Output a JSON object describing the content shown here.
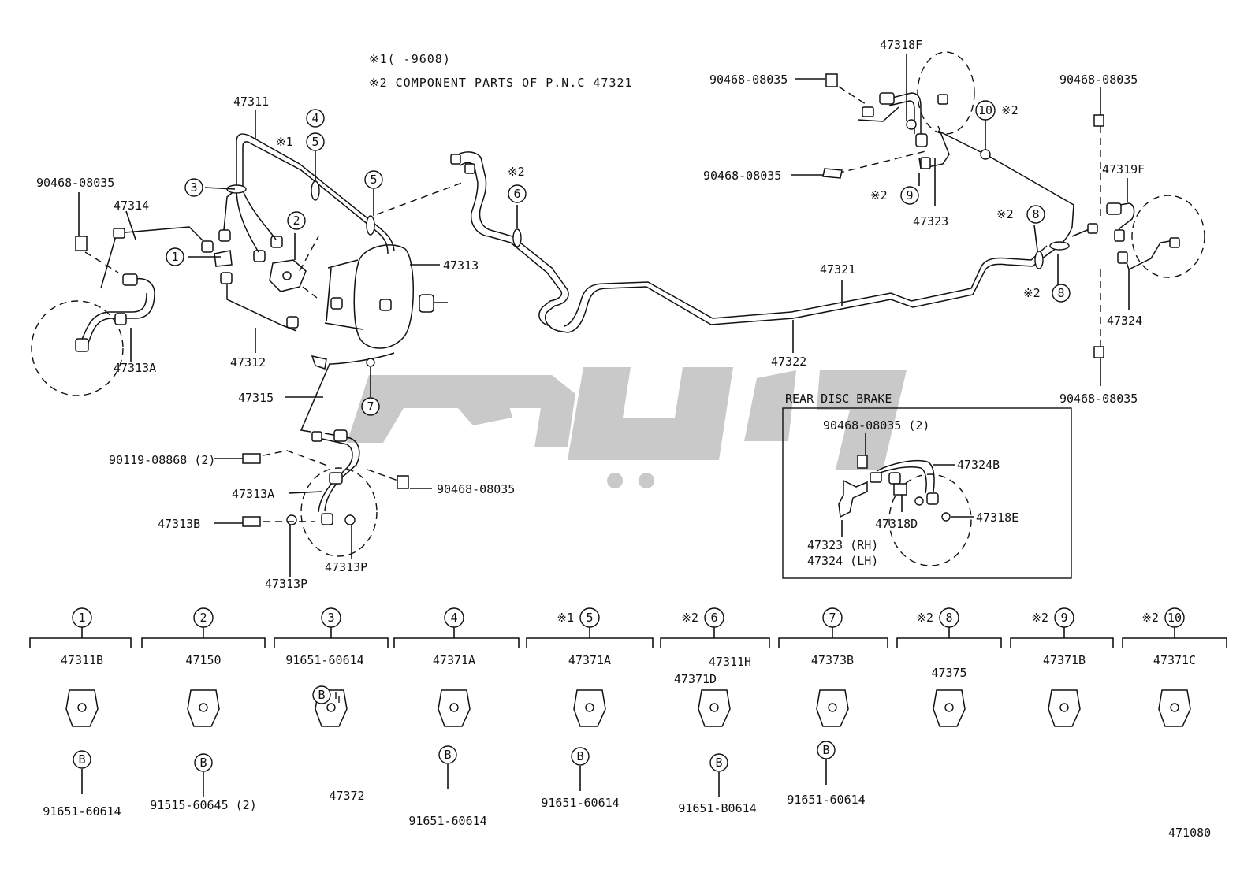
{
  "notes": {
    "note1": "※1(    -9608)",
    "note2": "※2 COMPONENT PARTS OF P.N.C 47321"
  },
  "labels": {
    "p47311": "47311",
    "p47314": "47314",
    "p47312": "47312",
    "p47313A_front": "47313A",
    "p47313": "47313",
    "p47315": "47315",
    "p47313A_lower": "47313A",
    "p47313B": "47313B",
    "p47313P_1": "47313P",
    "p47313P_2": "47313P",
    "p90119": "90119-08868 (2)",
    "p90468_left": "90468-08035",
    "p90468_mid": "90468-08035",
    "p47321": "47321",
    "p47322": "47322",
    "p47318F": "47318F",
    "p90468_top": "90468-08035",
    "p90468_right_mid": "90468-08035",
    "p47323": "47323",
    "p90468_far_right_top": "90468-08035",
    "p47319F": "47319F",
    "p47324": "47324",
    "p90468_far_right_bot": "90468-08035",
    "mark1_5": "※1",
    "mark2_6": "※2",
    "mark2_10": "※2",
    "mark2_9": "※2",
    "mark2_8a": "※2",
    "mark2_8b": "※2",
    "c1": "1",
    "c2": "2",
    "c3": "3",
    "c4": "4",
    "c5a": "5",
    "c5b": "5",
    "c6": "6",
    "c7": "7",
    "c8a": "8",
    "c8b": "8",
    "c9": "9",
    "c10": "10"
  },
  "rear_disc_brake": {
    "title": "REAR DISC BRAKE",
    "p90468": "90468-08035 (2)",
    "p47324B": "47324B",
    "p47318D": "47318D",
    "p47318E": "47318E",
    "p47323RH": "47323 (RH)",
    "p47324LH": "47324 (LH)"
  },
  "components": [
    {
      "num": "1",
      "mark": "",
      "part": "47311B",
      "sub_part": "",
      "bolt": "91651-60614"
    },
    {
      "num": "2",
      "mark": "",
      "part": "47150",
      "sub_part": "",
      "bolt": "91515-60645 (2)"
    },
    {
      "num": "3",
      "mark": "",
      "part": "91651-60614",
      "sub_part": "47372",
      "bolt": ""
    },
    {
      "num": "4",
      "mark": "",
      "part": "47371A",
      "sub_part": "",
      "bolt": "91651-60614"
    },
    {
      "num": "5",
      "mark": "※1",
      "part": "47371A",
      "sub_part": "",
      "bolt": "91651-60614"
    },
    {
      "num": "6",
      "mark": "※2",
      "part": "47311H",
      "sub_part": "47371D",
      "bolt": "91651-B0614"
    },
    {
      "num": "7",
      "mark": "",
      "part": "47373B",
      "sub_part": "",
      "bolt": "91651-60614"
    },
    {
      "num": "8",
      "mark": "※2",
      "part": "47375",
      "sub_part": "",
      "bolt": ""
    },
    {
      "num": "9",
      "mark": "※2",
      "part": "47371B",
      "sub_part": "",
      "bolt": ""
    },
    {
      "num": "10",
      "mark": "※2",
      "part": "47371C",
      "sub_part": "",
      "bolt": ""
    }
  ],
  "bolt_marker": "B",
  "figure_code": "471080"
}
